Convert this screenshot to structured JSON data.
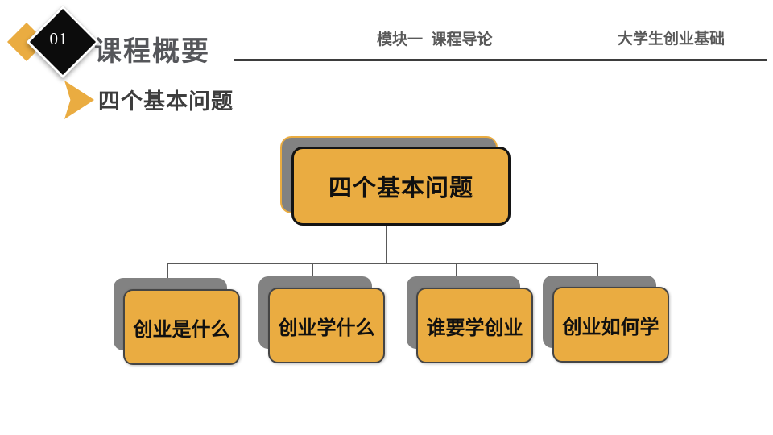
{
  "slide": {
    "badge_number": "01",
    "title": "课程概要",
    "module_label": "模块一  课程导论",
    "course_label": "大学生创业基础",
    "section_title": "四个基本问题"
  },
  "diagram": {
    "root_label": "四个基本问题",
    "children": [
      {
        "label": "创业是什么"
      },
      {
        "label": "创业学什么"
      },
      {
        "label": "谁要学创业"
      },
      {
        "label": "创业如何学"
      }
    ]
  },
  "colors": {
    "gold": "#EAAC41",
    "shadow_gray": "#828282",
    "heading_gray": "#55565A",
    "line_dark": "#3D3D3D",
    "connector_gray": "#595959"
  }
}
